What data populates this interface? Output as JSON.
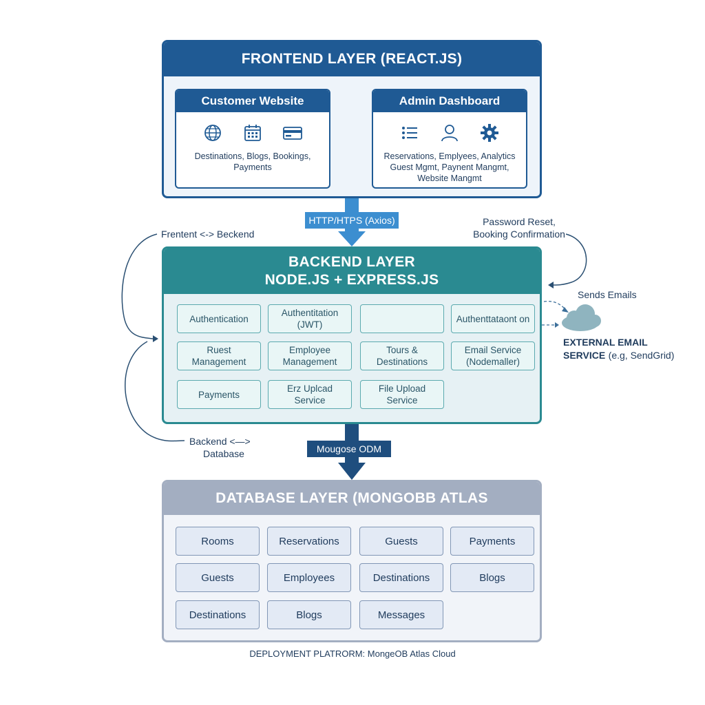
{
  "frontend": {
    "title": "FRONTEND LAYER (REACT.JS)",
    "customer": {
      "title": "Customer Website",
      "icons": [
        "globe-icon",
        "calendar-icon",
        "credit-card-icon"
      ],
      "desc_line1": "Destinations, Blogs, Bookings,",
      "desc_line2": "Payments"
    },
    "admin": {
      "title": "Admin Dashboard",
      "icons": [
        "list-icon",
        "user-icon",
        "gear-icon"
      ],
      "desc_line1": "Reservations, Emplyees, Analytics",
      "desc_line2": "Guest Mgmt, Paynent Mangmt,",
      "desc_line3": "Website Mangmt"
    }
  },
  "connectors": {
    "http": "HTTP/HTPS (Axios)",
    "odm": "Mougose ODM",
    "frontend_backend": "Frentent <-> Beckend",
    "backend_database_line1": "Backend <—>",
    "backend_database_line2": "Database",
    "email_note_line1": "Password Reset,",
    "email_note_line2": "Booking Confirmation",
    "sends_emails": "Sends Emails"
  },
  "backend": {
    "title_line1": "BACKEND LAYER",
    "title_line2": "NODE.JS + EXPRESS.JS",
    "services": [
      "Authentication",
      "Authentitation (JWT)",
      "",
      "Authenttataont on",
      "Ruest Management",
      "Employee Management",
      "Tours & Destinations",
      "Email Service (Nodemaller)",
      "Payments",
      "Erz Uplcad Service",
      "File Upload Service"
    ]
  },
  "external": {
    "title_line1": "EXTERNAL EMAIL",
    "title_line2": "SERVICE",
    "sub": "(e.g, SendGrid)",
    "icon": "cloud-icon"
  },
  "database": {
    "title": "DATABASE LAYER (MONGOBB ATLAS",
    "collections": [
      "Rooms",
      "Reservations",
      "Guests",
      "Payments",
      "Guests",
      "Employees",
      "Destinations",
      "Blogs",
      "Destinations",
      "Blogs",
      "Messages"
    ]
  },
  "deployment": "DEPLOYMENT PLATRORM: MongeOB Atlas Cloud",
  "colors": {
    "frontend": "#1f5a94",
    "backend": "#2a8a91",
    "database": "#a3aec1",
    "arrow_light": "#3c8ed0",
    "arrow_dark": "#1f4e7e"
  }
}
